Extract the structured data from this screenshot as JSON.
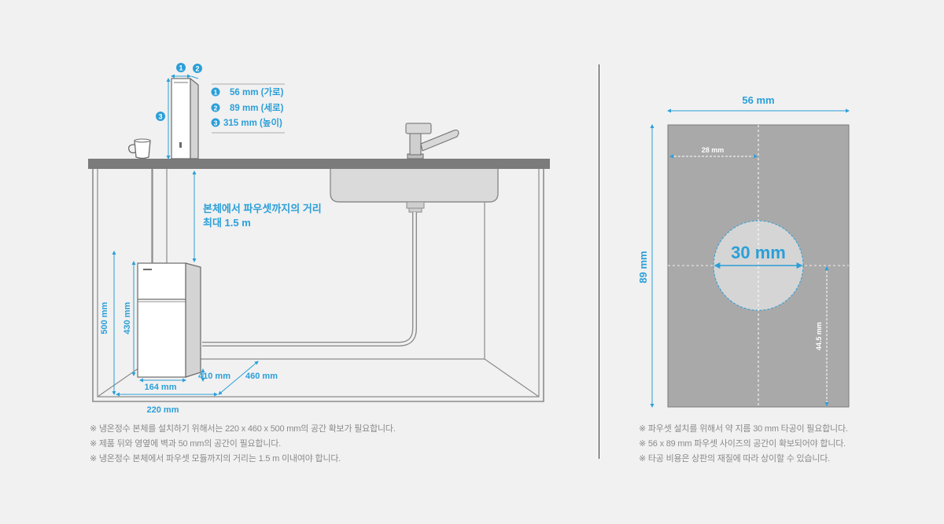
{
  "colors": {
    "accent": "#2b9fd8",
    "background": "#f1f1f1",
    "counter": "#7b7b7b",
    "cabinet_line": "#8c8c8c",
    "plate": "#a9a9a9",
    "hole": "#d5d5d5",
    "dim_text": "#666666"
  },
  "left": {
    "spec_markers": [
      "1",
      "2",
      "3"
    ],
    "specs": [
      {
        "num": "1",
        "text": "56 mm (가로)"
      },
      {
        "num": "2",
        "text": "89 mm (세로)"
      },
      {
        "num": "3",
        "text": "315 mm (높이)"
      }
    ],
    "distance_label_line1": "본체에서 파우셋까지의 거리",
    "distance_label_line2": "최대 1.5 m",
    "dims": {
      "height_500": "500 mm",
      "height_430": "430 mm",
      "width_164": "164 mm",
      "width_220": "220 mm",
      "depth_410": "410 mm",
      "depth_460": "460 mm"
    },
    "notes": [
      "※ 냉온정수 본체를 설치하기 위해서는 220 x 460 x 500 mm의 공간 확보가 필요합니다.",
      "※ 제품 뒤와 영옆에 벽과 50 mm의 공간이 필요합니다.",
      "※ 냉온정수 본체에서 파우셋 모듈까지의 거리는 1.5 m 이내여야 합니다."
    ]
  },
  "right": {
    "width_label": "56 mm",
    "height_label": "89 mm",
    "half_width_label": "28 mm",
    "hole_label": "30 mm",
    "half_height_label": "44.5 mm",
    "notes": [
      "※ 파우셋 설치를 위해서 약 지름 30 mm 타공이 필요합니다.",
      "※ 56 x 89 mm 파우셋 사이즈의 공간이 확보되어야 합니다.",
      "※ 타공 비용은 상판의 재질에 따라 상이할 수 있습니다."
    ]
  }
}
